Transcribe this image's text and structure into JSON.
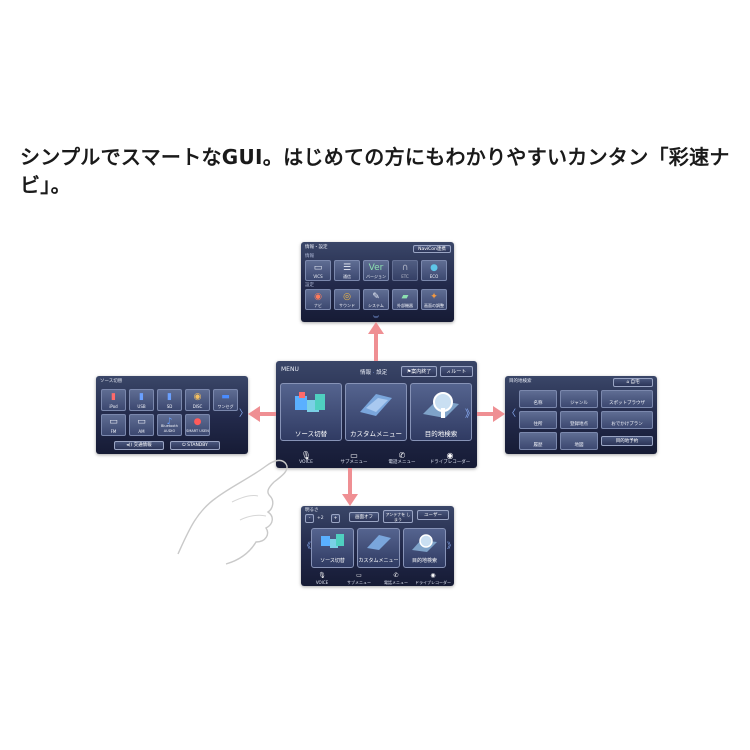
{
  "headline": "シンプルでスマートなGUI。はじめての方にもわかりやすいカンタン「彩速ナビ」。",
  "colors": {
    "arrow": "#ef8f93",
    "screen_bg": "#22294a",
    "accent": "#8fb4ff"
  },
  "top": {
    "title": "情報・設定",
    "button": "NaviCon連携",
    "section1": "情報",
    "section2": "設定",
    "row1": [
      {
        "icon": "vics-icon",
        "label": "VICS"
      },
      {
        "icon": "list-icon",
        "label": "通信"
      },
      {
        "icon": "version-icon",
        "label": "バージョン"
      },
      {
        "icon": "card-icon",
        "label": "ETC"
      },
      {
        "icon": "eco-icon",
        "label": "ECO"
      }
    ],
    "row2": [
      {
        "icon": "navi-icon",
        "label": "ナビ"
      },
      {
        "icon": "sound-icon",
        "label": "サウンド"
      },
      {
        "icon": "wrench-icon",
        "label": "システム"
      },
      {
        "icon": "car-icon",
        "label": "外部機器"
      },
      {
        "icon": "pin-icon",
        "label": "画面の調整"
      }
    ]
  },
  "left": {
    "title": "ソース切替",
    "row1": [
      {
        "icon": "ipod-icon",
        "label": "iPod"
      },
      {
        "icon": "usb-icon",
        "label": "USB"
      },
      {
        "icon": "sd-icon",
        "label": "SD"
      },
      {
        "icon": "disc-icon",
        "label": "DISC"
      },
      {
        "icon": "tv-icon",
        "label": "ワンセグ"
      }
    ],
    "row2": [
      {
        "icon": "fm-icon",
        "label": "FM"
      },
      {
        "icon": "am-icon",
        "label": "AM"
      },
      {
        "icon": "bluetooth-icon",
        "label": "Bluetooth AUDIO"
      },
      {
        "icon": "smartusen-icon",
        "label": "SMART USEN"
      }
    ],
    "traffic": "交通情報",
    "standby": "STANDBY"
  },
  "center": {
    "menu": "MENU",
    "info": "情報",
    "settings": "設定",
    "guide_end": "案内終了",
    "route": "ルート",
    "tiles": [
      "ソース切替",
      "カスタムメニュー",
      "目的地検索"
    ],
    "bottom": [
      {
        "icon": "mic-icon",
        "label": "VOICE"
      },
      {
        "icon": "submenu-icon",
        "label": "サブメニュー"
      },
      {
        "icon": "phone-icon",
        "label": "電話メニュー"
      },
      {
        "icon": "recorder-icon",
        "label": "ドライブレコーダー"
      }
    ]
  },
  "right": {
    "title": "目的地検索",
    "home": "自宅",
    "items": [
      "名称",
      "ジャンル",
      "住所",
      "登録地点",
      "履歴",
      "地図",
      "スポットブラウザ",
      "おでかけプラン",
      "目的地予約"
    ]
  },
  "bottom": {
    "brightness": "明るさ",
    "minus": "-",
    "value": "+2",
    "plus": "+",
    "screen_off": "画面オフ",
    "antenna": "アンテナを しまう",
    "user": "ユーザー",
    "tiles": [
      "ソース切替",
      "カスタムメニュー",
      "目的地検索"
    ],
    "bar": [
      {
        "icon": "mic-icon",
        "label": "VOICE"
      },
      {
        "icon": "submenu-icon",
        "label": "サブメニュー"
      },
      {
        "icon": "phone-icon",
        "label": "電話メニュー"
      },
      {
        "icon": "recorder-icon",
        "label": "ドライブレコーダー"
      }
    ]
  }
}
